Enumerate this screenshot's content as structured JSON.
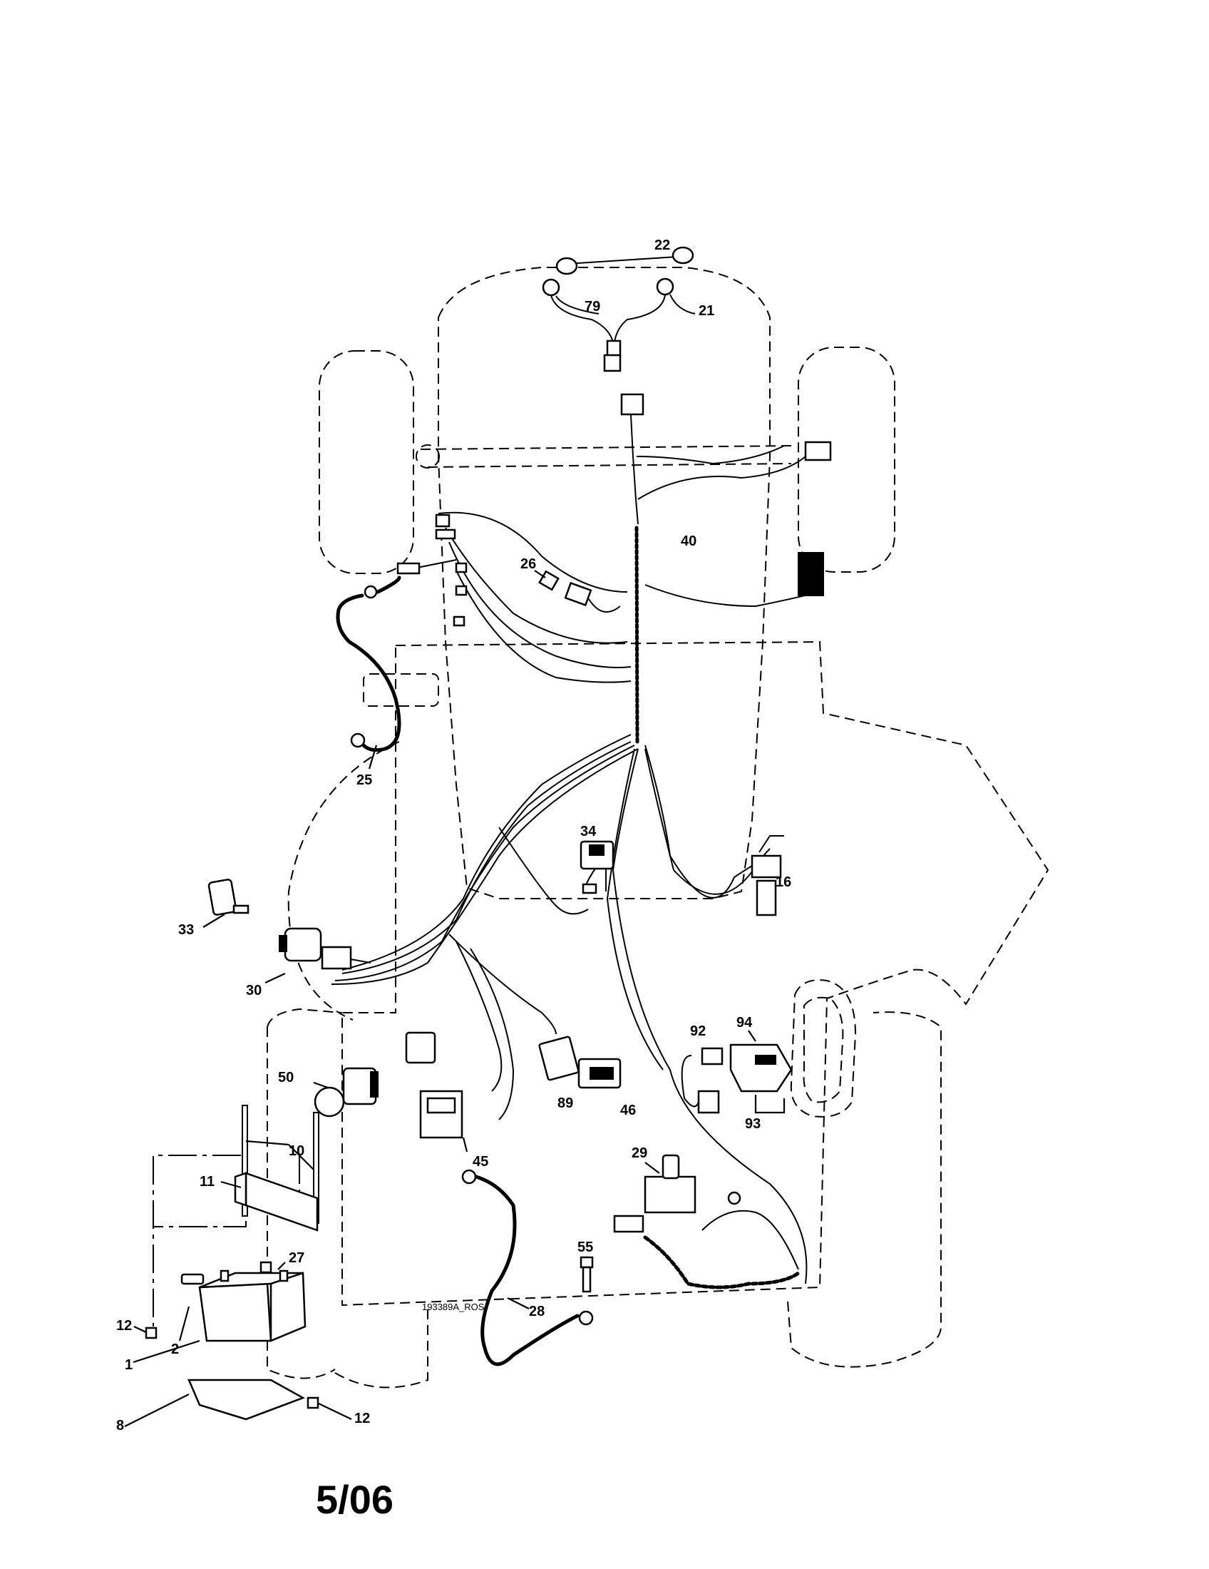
{
  "callouts": {
    "c1": "1",
    "c2": "2",
    "c8": "8",
    "c10": "10",
    "c11": "11",
    "c12a": "12",
    "c12b": "12",
    "c16": "16",
    "c21": "21",
    "c22": "22",
    "c25": "25",
    "c26": "26",
    "c27": "27",
    "c28": "28",
    "c29": "29",
    "c30": "30",
    "c33": "33",
    "c34": "34",
    "c40": "40",
    "c45": "45",
    "c46": "46",
    "c50": "50",
    "c55": "55",
    "c79": "79",
    "c89": "89",
    "c92": "92",
    "c93": "93",
    "c94": "94"
  },
  "drawing_number": "193389A_ROS",
  "page_label": "5/06"
}
